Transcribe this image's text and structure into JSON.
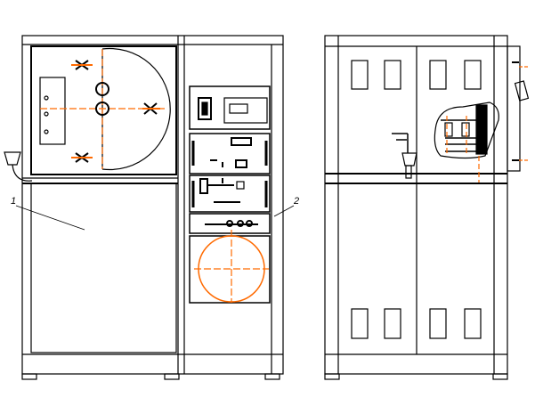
{
  "callouts": [
    {
      "label": "1",
      "target": "lower-door"
    },
    {
      "label": "2",
      "target": "control-column"
    }
  ],
  "colors": {
    "line": "#000000",
    "centerline": "#ff6a00",
    "background": "#ffffff"
  }
}
